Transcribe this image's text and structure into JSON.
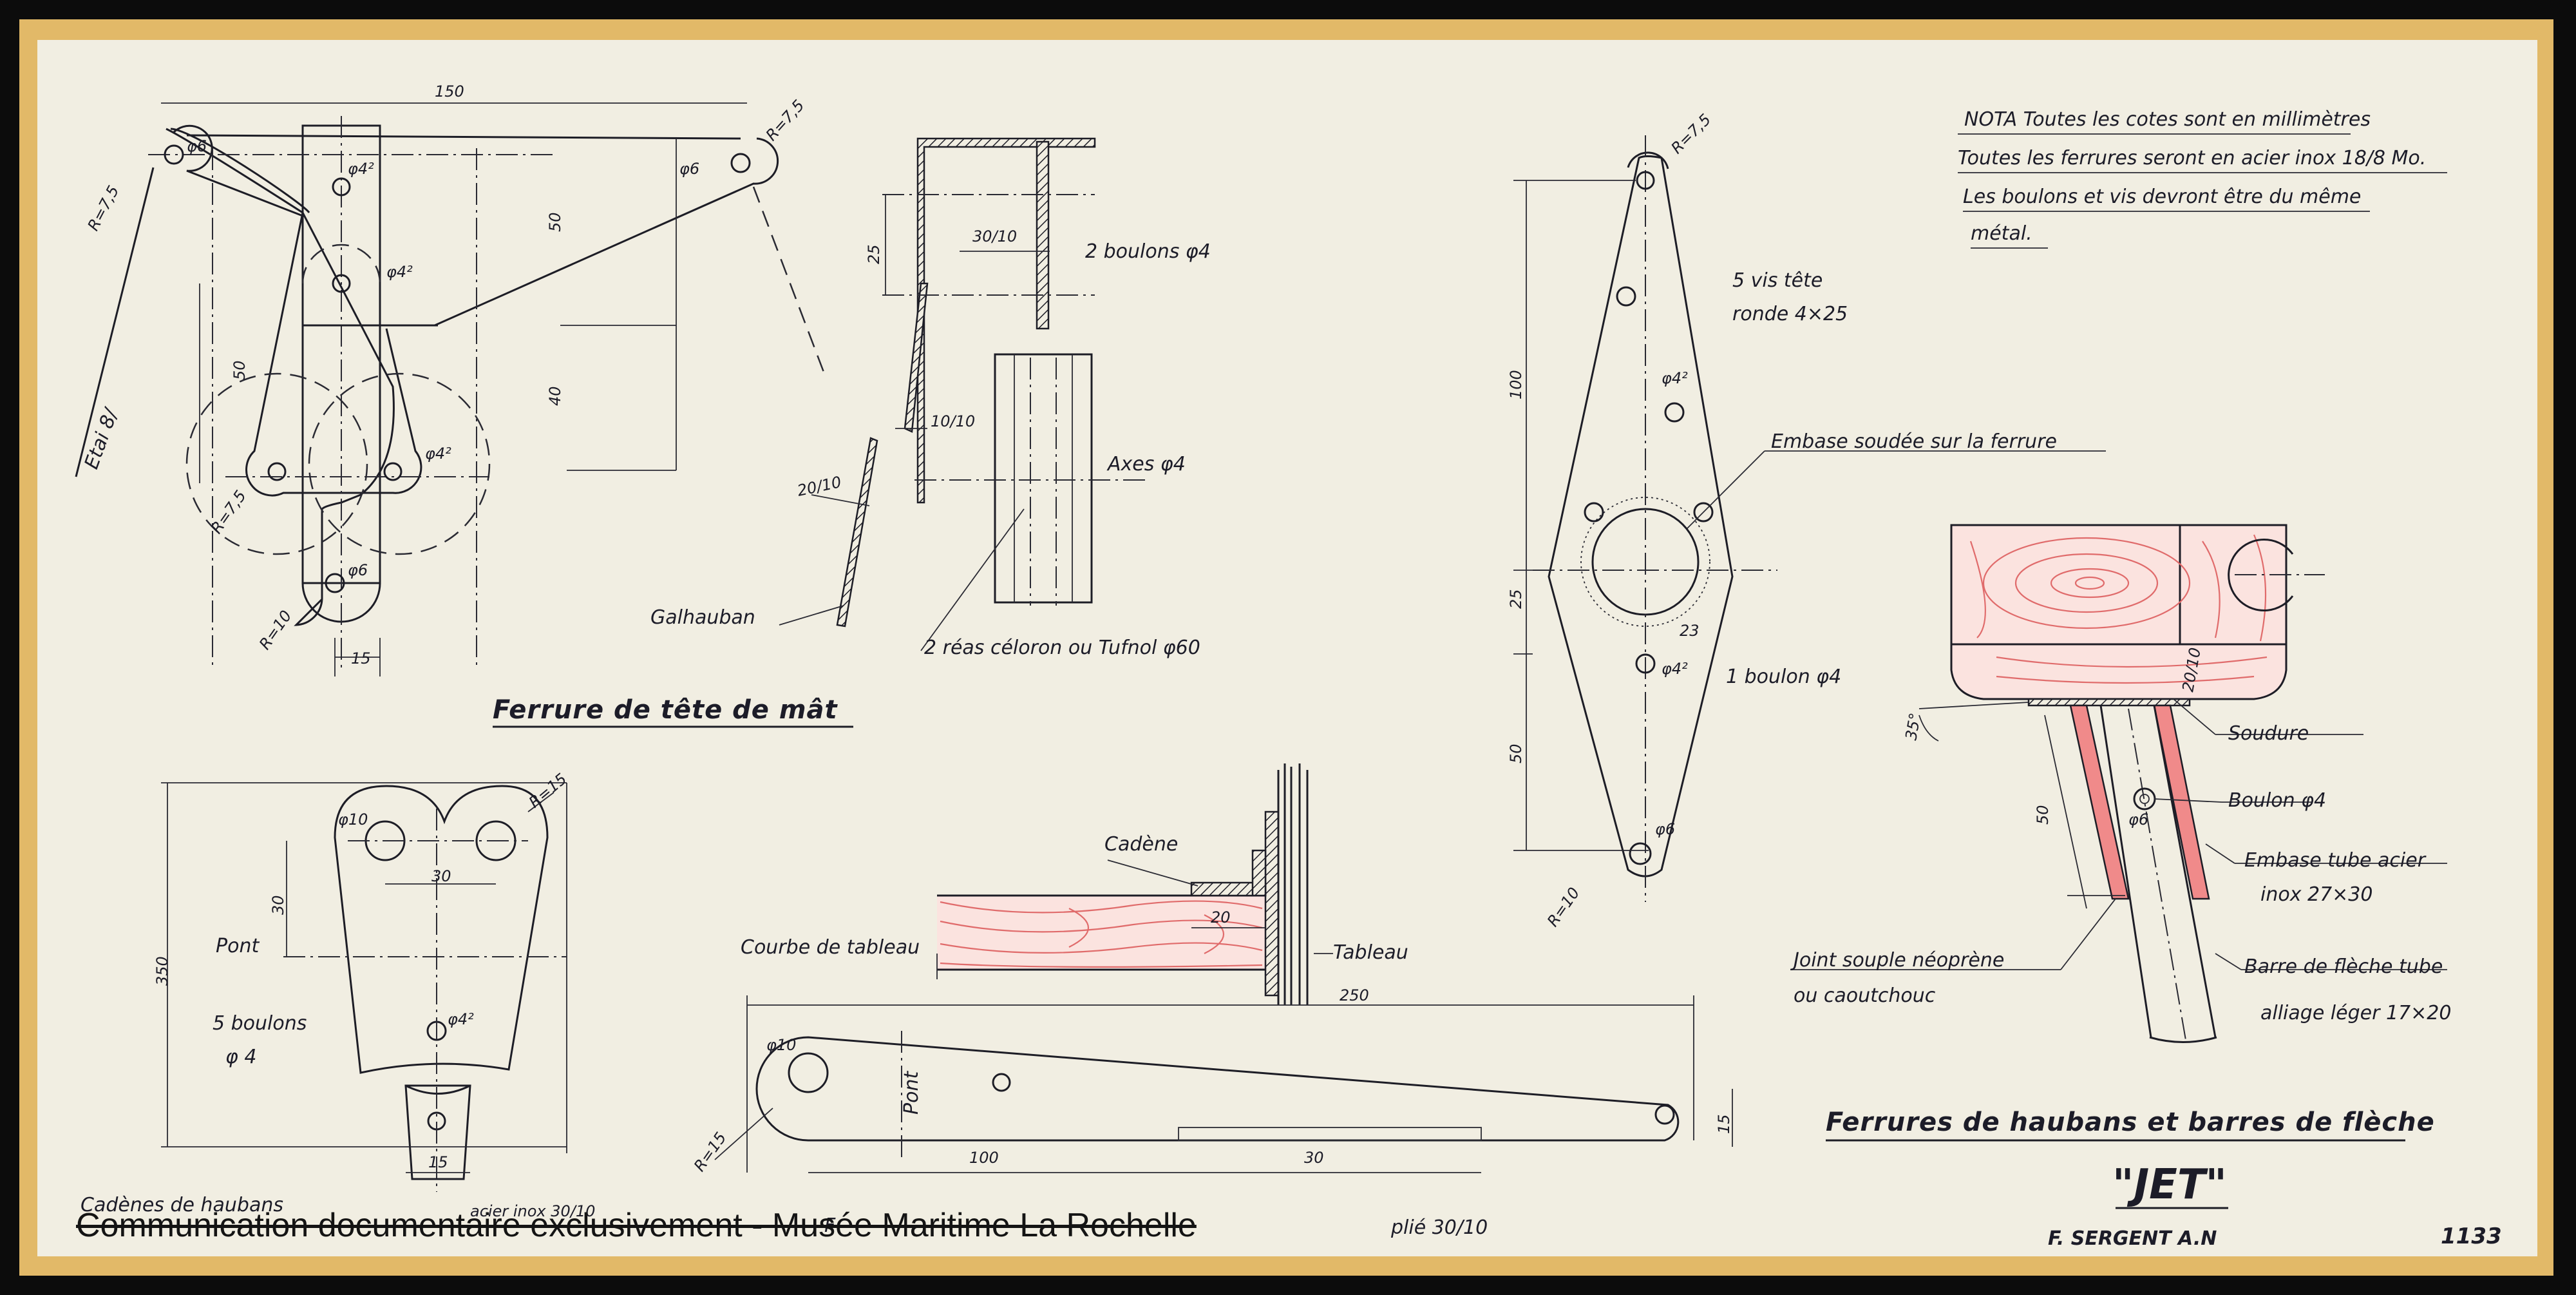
{
  "drawing": {
    "note": {
      "line1": "NOTA Toutes les cotes sont en millimètres",
      "line2": "Toutes les ferrures seront en acier inox 18/8 Mo.",
      "line3": "Les boulons et vis devront être du même",
      "line4": "métal."
    },
    "section_titles": {
      "masthead": "Ferrure de tête de mât",
      "shrouds": "Ferrures de haubans et barres de flèche"
    },
    "boat_name": "\"JET\"",
    "author": "F. SERGENT A.N",
    "sheet_number": "1133",
    "bottom_left_labels": {
      "chainplates": "Cadènes de haubans",
      "chainplate_note": "acier inox 30/10",
      "partial_center": "F",
      "fold_note": "plié 30/10"
    },
    "dimensions": {
      "d150": "150",
      "r75_top_left": "R=7,5",
      "phi6_top_left": "φ6",
      "r75_top_right": "R=7,5",
      "phi6_top_right": "φ6",
      "phi4_a": "φ4²",
      "phi4_b": "φ4²",
      "phi4_c": "φ4²",
      "d50_right": "50",
      "d40_right": "40",
      "d50_left": "50",
      "r75_left": "R=7,5",
      "phi6_bottom": "φ6",
      "r10_bottom": "R=10",
      "d15_bottom": "15",
      "d25_bracket": "25",
      "d30_10": "30/10",
      "d10_10": "10/10",
      "d20_10": "20/10",
      "r75_spreader": "R=7,5",
      "d100": "100",
      "d25_spreader": "25",
      "d50_spreader": "50",
      "phi4_spreader_top": "φ4²",
      "phi4_spreader_bottom": "φ4²",
      "phi6_spreader": "φ6",
      "r10_spreader": "R=10",
      "d23": "23",
      "d350": "350",
      "d30_chain": "30",
      "d30_chain_h": "30",
      "phi10_chain": "φ10",
      "r15_chain": "R=15",
      "phi4_chain": "φ4²",
      "d15_chain": "15",
      "d20": "20",
      "d250": "250",
      "phi10_strap": "φ10",
      "r15_strap": "R=15",
      "d100_strap": "100",
      "d30_strap": "30",
      "d15_strap": "15",
      "d35deg": "35°",
      "d50_tube": "50",
      "d20_10_tube": "20/10",
      "phi6_tube": "φ6"
    },
    "labels": {
      "etai": "Etai 8/",
      "two_bolts": "2 boulons φ4",
      "axes": "Axes φ4",
      "galhauban": "Galhauban",
      "sheaves": "2 réas céloron ou Tufnol φ60",
      "screws_line1": "5 vis tête",
      "screws_line2": "ronde 4×25",
      "embase": "Embase soudée sur la ferrure",
      "one_bolt": "1 boulon φ4",
      "pont": "Pont",
      "five_bolts_line1": "5 boulons",
      "five_bolts_line2": "φ 4",
      "cadene": "Cadène",
      "courbe": "Courbe de tableau",
      "tableau": "Tableau",
      "pont_vertical": "Pont",
      "soudure": "Soudure",
      "boulon_phi4": "Boulon φ4",
      "embase_tube_line1": "Embase tube acier",
      "embase_tube_line2": "inox 27×30",
      "joint_line1": "Joint souple néoprène",
      "joint_line2": "ou caoutchouc",
      "barre_line1": "Barre de flèche tube",
      "barre_line2": "alliage léger 17×20"
    },
    "watermark": "Communication documentaire exclusivement - Musée Maritime La Rochelle",
    "colors": {
      "paper": "#f1eee2",
      "frame": "#e2b968",
      "ink": "#1d1d26",
      "wood": "#e06b6b"
    }
  }
}
